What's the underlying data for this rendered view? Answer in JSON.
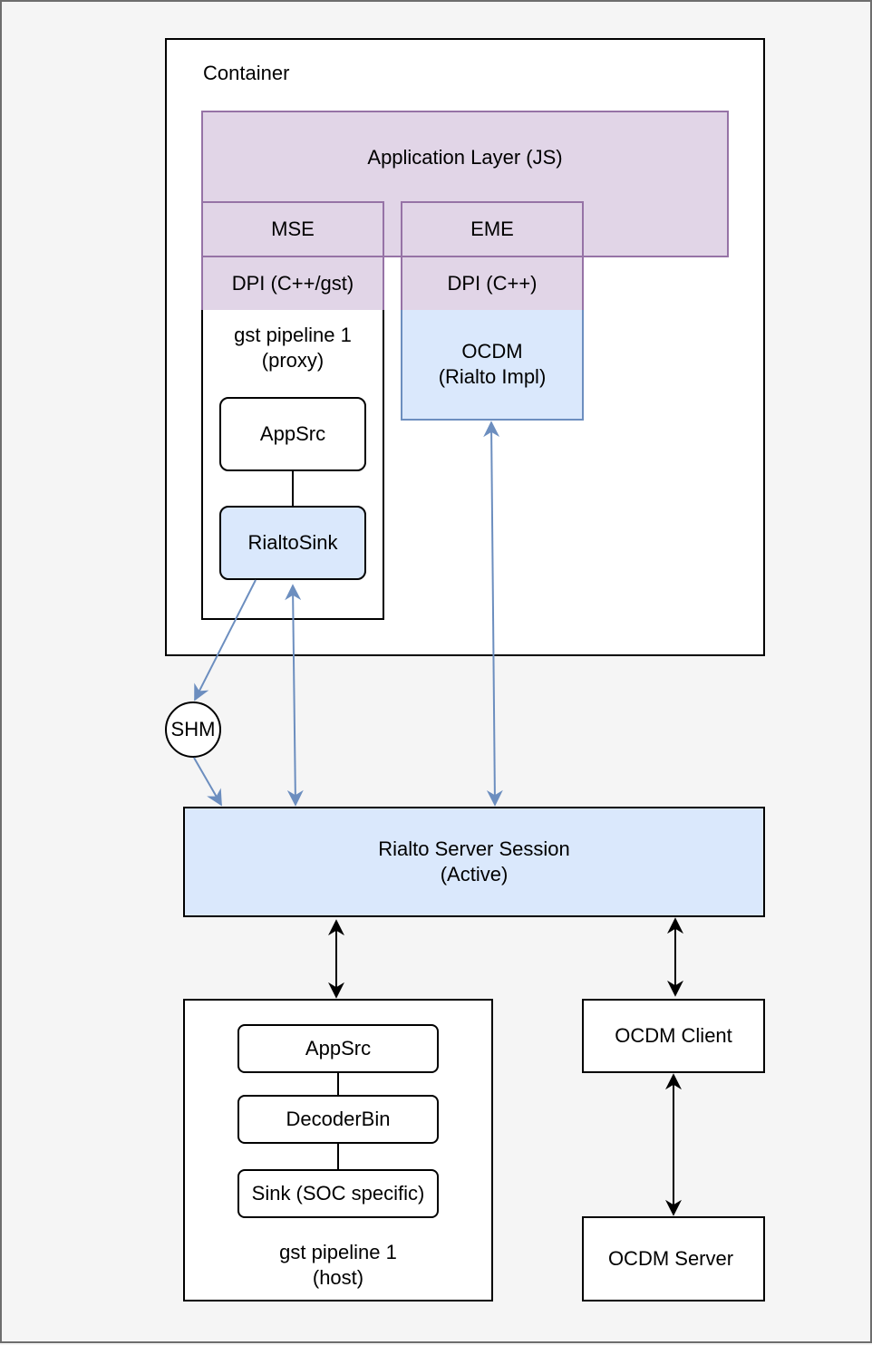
{
  "container": {
    "label": "Container"
  },
  "app_layer": {
    "label": "Application Layer (JS)"
  },
  "mse": {
    "label": "MSE"
  },
  "eme": {
    "label": "EME"
  },
  "dpi_gst": {
    "label": "DPI (C++/gst)"
  },
  "dpi_cpp": {
    "label": "DPI (C++)"
  },
  "proxy_pipeline": {
    "line1": "gst pipeline 1",
    "line2": "(proxy)"
  },
  "proxy_appsrc": {
    "label": "AppSrc"
  },
  "rialto_sink": {
    "label": "RialtoSink"
  },
  "ocdm_rialto": {
    "line1": "OCDM",
    "line2": "(Rialto Impl)"
  },
  "shm": {
    "label": "SHM"
  },
  "server_session": {
    "line1": "Rialto Server Session",
    "line2": "(Active)"
  },
  "host_pipeline": {
    "line1": "gst pipeline 1",
    "line2": "(host)",
    "appsrc": "AppSrc",
    "decoderbin": "DecoderBin",
    "sink": "Sink (SOC specific)"
  },
  "ocdm_client": {
    "label": "OCDM Client"
  },
  "ocdm_server": {
    "label": "OCDM Server"
  },
  "colors": {
    "purple_fill": "#e1d5e7",
    "purple_stroke": "#9673a6",
    "blue_fill": "#dae8fc",
    "blue_stroke": "#6c8ebf"
  }
}
